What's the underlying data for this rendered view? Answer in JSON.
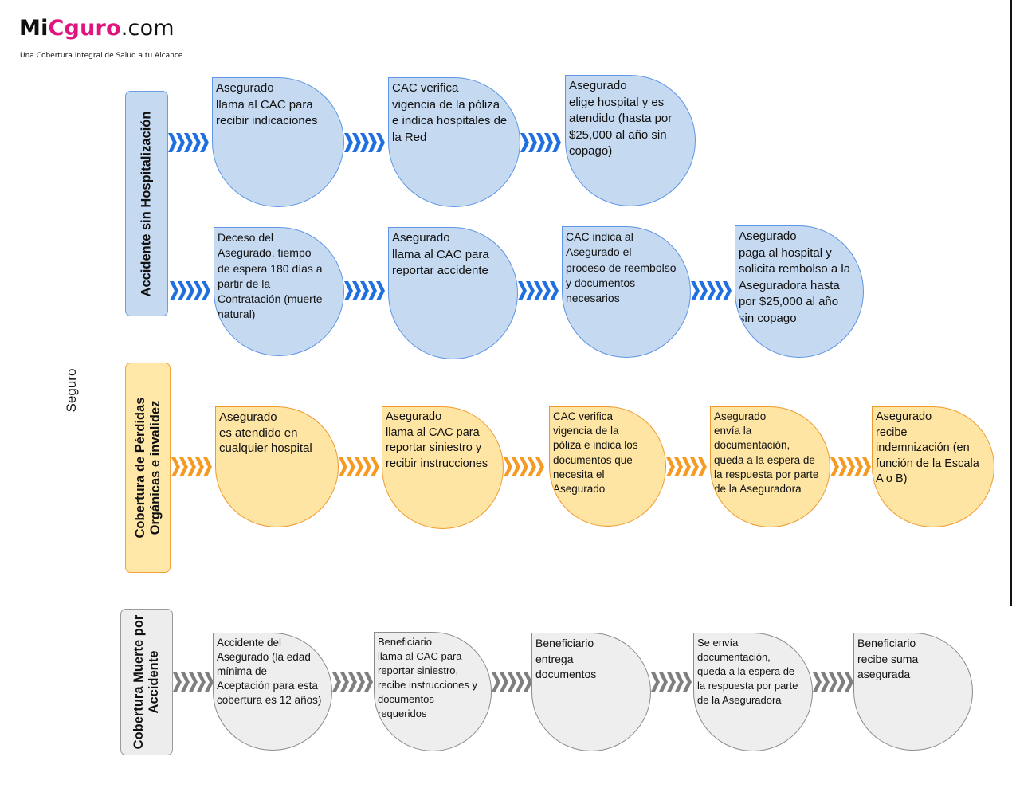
{
  "logo": {
    "part1": "Mi",
    "part2": "Cguro",
    "part3": ".com"
  },
  "tagline": "Una Cobertura Integral de Salud a tu Alcance",
  "side_label": "Seguro",
  "colors": {
    "blue_fill": "#c5d9f1",
    "blue_stroke": "#5e95e6",
    "blue_arrow": "#1f6fe0",
    "orange_fill": "#ffe5a3",
    "orange_stroke": "#f09a2e",
    "orange_arrow": "#f59a23",
    "gray_fill": "#eeeeee",
    "gray_stroke": "#8c8c8c",
    "gray_arrow": "#7f7f7f",
    "brand_pink": "#e0147f"
  },
  "categories": [
    {
      "label": "Accidente sin Hospitalización"
    },
    {
      "label_line1": "Cobertura de Pérdidas",
      "label_line2": "Orgánicas e invalidez"
    },
    {
      "label_line1": "Cobertura Muerte por",
      "label_line2": "Accidente"
    }
  ],
  "rows": [
    {
      "steps": [
        "Asegurado\nllama al CAC para\nrecibir indicaciones",
        "CAC verifica\nvigencia de la póliza\ne indica hospitales de\nla Red",
        "Asegurado\nelige hospital y es\natendido (hasta por\n$25,000 al año sin\ncopago)"
      ]
    },
    {
      "steps": [
        "Deceso del\nAsegurado, tiempo\nde espera 180 días a\npartir de la\nContratación (muerte\nnatural)",
        "Asegurado\nllama al CAC para\nreportar accidente",
        "CAC indica al\nAsegurado el\nproceso de reembolso\ny documentos\nnecesarios",
        "Asegurado\npaga al hospital y\nsolicita rembolso a la\nAseguradora hasta\npor $25,000 al año\nsin copago"
      ]
    },
    {
      "steps": [
        "Asegurado\nes atendido en\ncualquier hospital",
        " Asegurado\nllama al CAC para\nreportar siniestro y\nrecibir instrucciones",
        "CAC verifica\nvigencia de la\npóliza e indica los\ndocumentos que\nnecesita el\nAsegurado",
        "Asegurado\nenvía la\ndocumentación,\nqueda a la espera de\nla respuesta por parte\nde la Aseguradora",
        "Asegurado\nrecibe\nindemnización (en\nfunción de la Escala\nA o B)"
      ]
    },
    {
      "steps": [
        "Accidente del\nAsegurado (la edad\nmínima de\nAceptación para esta\ncobertura es 12 años)",
        "Beneficiario\nllama al CAC para\nreportar siniestro,\nrecibe instrucciones y\ndocumentos\nrequeridos",
        "Beneficiario\nentrega\ndocumentos",
        "Se envía\ndocumentación,\nqueda a la espera de\nla respuesta por parte\nde la Aseguradora",
        "Beneficiario\nrecibe suma\nasegurada"
      ]
    }
  ]
}
